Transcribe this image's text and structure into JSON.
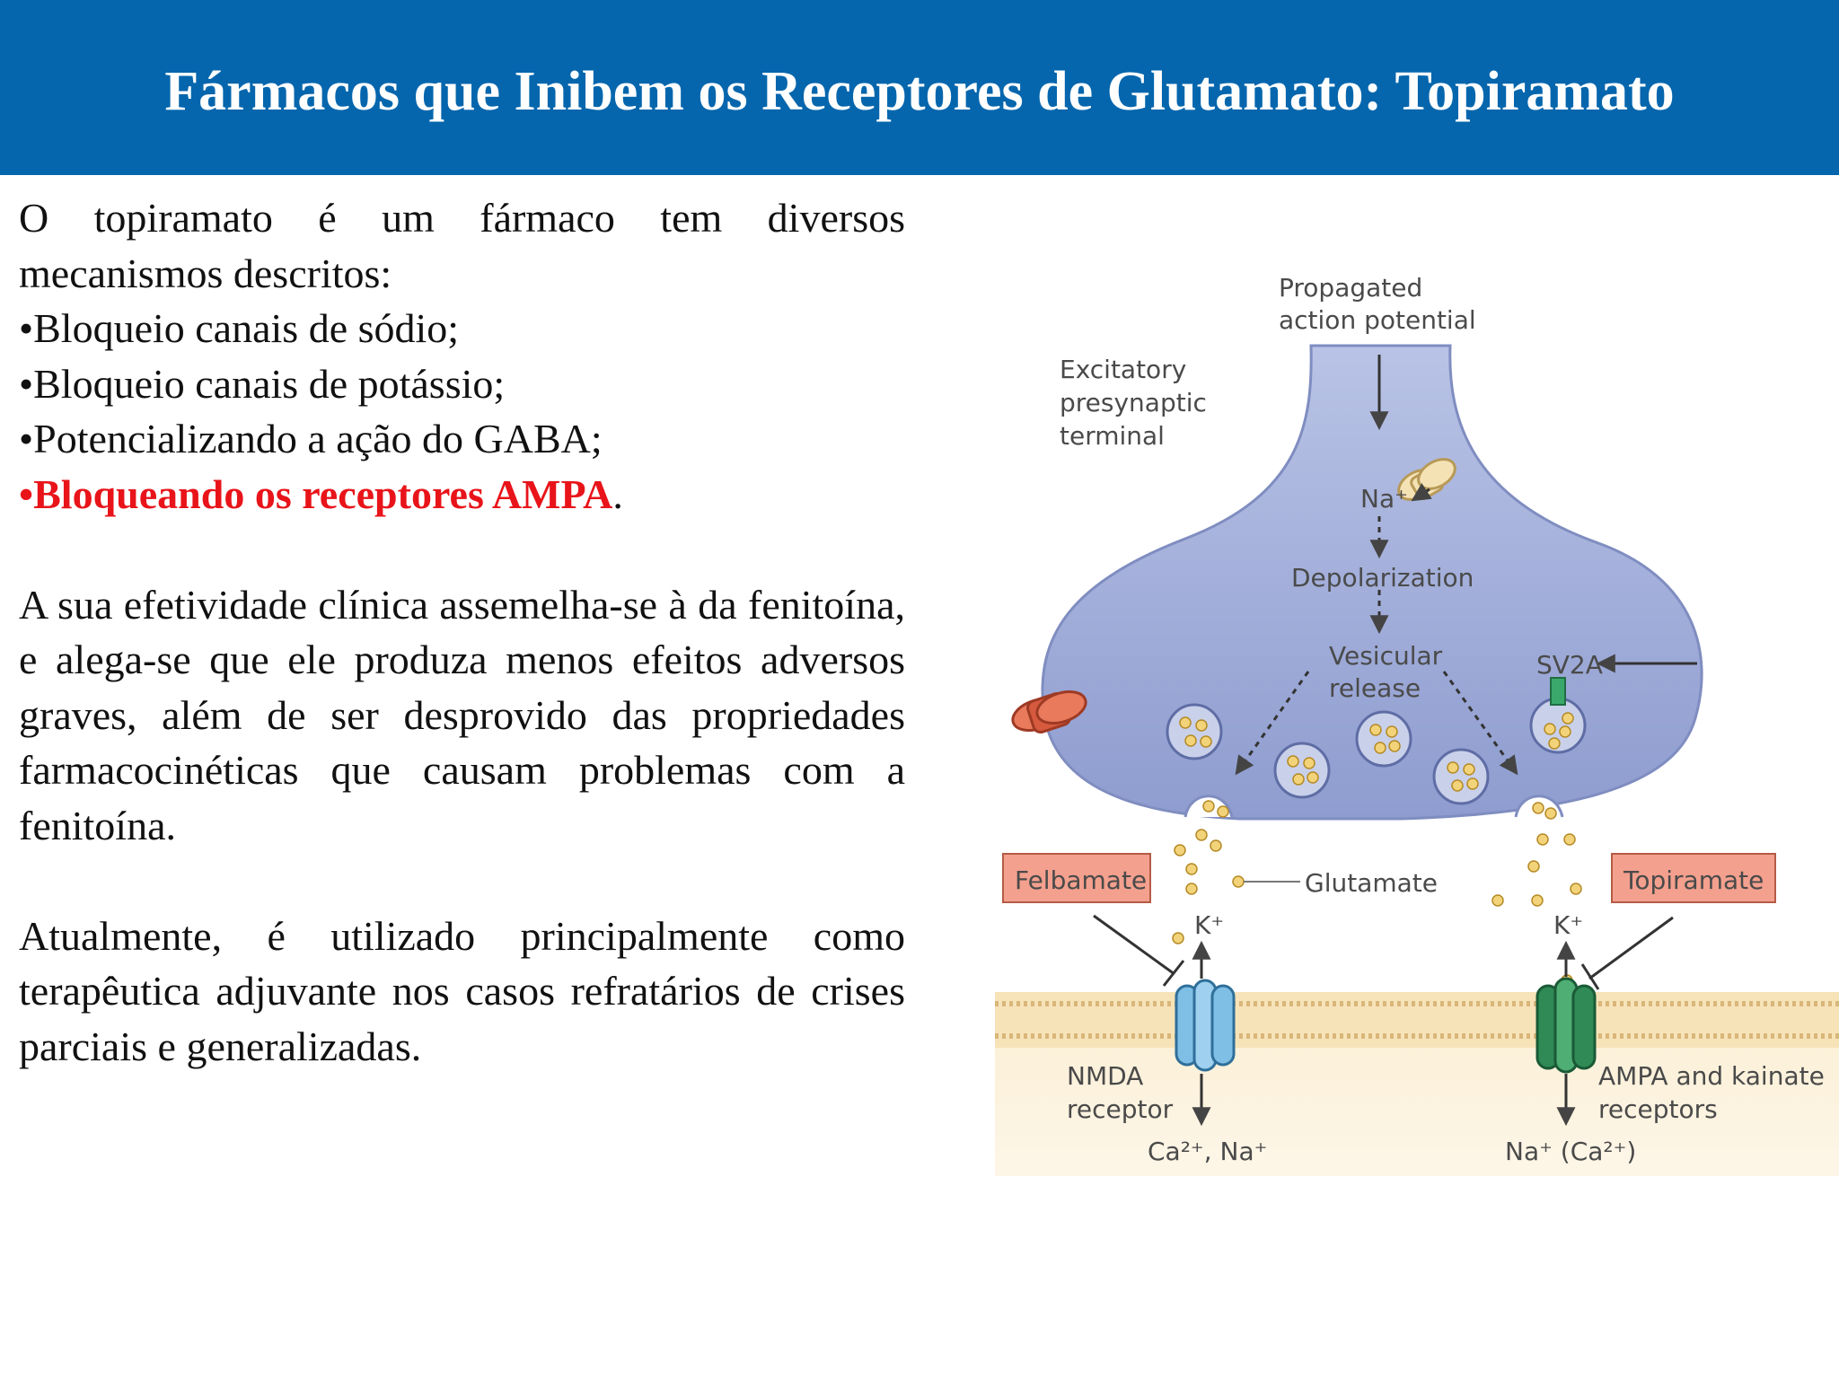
{
  "title": "Fármacos que Inibem os Receptores de Glutamato: Topiramato",
  "intro": "O topiramato é um fármaco tem diversos mecanismos descritos:",
  "bullets": [
    "•Bloqueio canais de sódio;",
    "•Bloqueio canais de potássio;",
    "•Potencializando a ação do GABA;"
  ],
  "highlight_bullet": "•Bloqueando os  receptores AMPA",
  "highlight_tail": ".",
  "paragraph2": " A  sua  efetividade  clínica assemelha-se à da fenitoína, e alega-se que ele produza menos efeitos adversos graves, além de ser desprovido das propriedades farmacocinéticas que causam problemas com a fenitoína.",
  "paragraph3": "Atualmente, é utilizado principalmente como terapêutica adjuvante nos casos refratários de crises parciais e generalizadas.",
  "diagram": {
    "propagated_1": "Propagated",
    "propagated_2": "action potential",
    "excitatory_1": "Excitatory",
    "excitatory_2": "presynaptic",
    "excitatory_3": "terminal",
    "na": "Na⁺",
    "depolarization": "Depolarization",
    "vesicular_1": "Vesicular",
    "vesicular_2": "release",
    "sv2a": "SV2A",
    "glutamate": "Glutamate",
    "felbamate": "Felbamate",
    "topiramate": "Topiramate",
    "k_left": "K⁺",
    "k_right": "K⁺",
    "nmda_1": "NMDA",
    "nmda_2": "receptor",
    "ampa_1": "AMPA and kainate",
    "ampa_2": "receptors",
    "ions_left": "Ca²⁺, Na⁺",
    "ions_right": "Na⁺ (Ca²⁺)"
  },
  "colors": {
    "header": "#0566ad",
    "highlight": "#e8141a",
    "terminal": "#9aa8d6",
    "drug_box": "#f4a08e",
    "nmda": "#7fbfe6",
    "ampa": "#3f9a64",
    "membrane": "#f7e3b8"
  }
}
